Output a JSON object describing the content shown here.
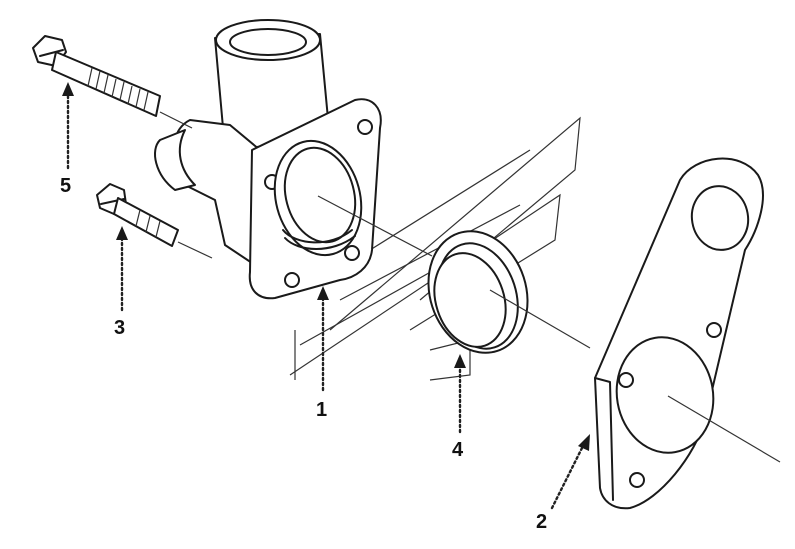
{
  "callouts": {
    "c1": "1",
    "c2": "2",
    "c3": "3",
    "c4": "4",
    "c5": "5"
  },
  "colors": {
    "ink": "#1a1a1a",
    "paper": "#ffffff"
  }
}
